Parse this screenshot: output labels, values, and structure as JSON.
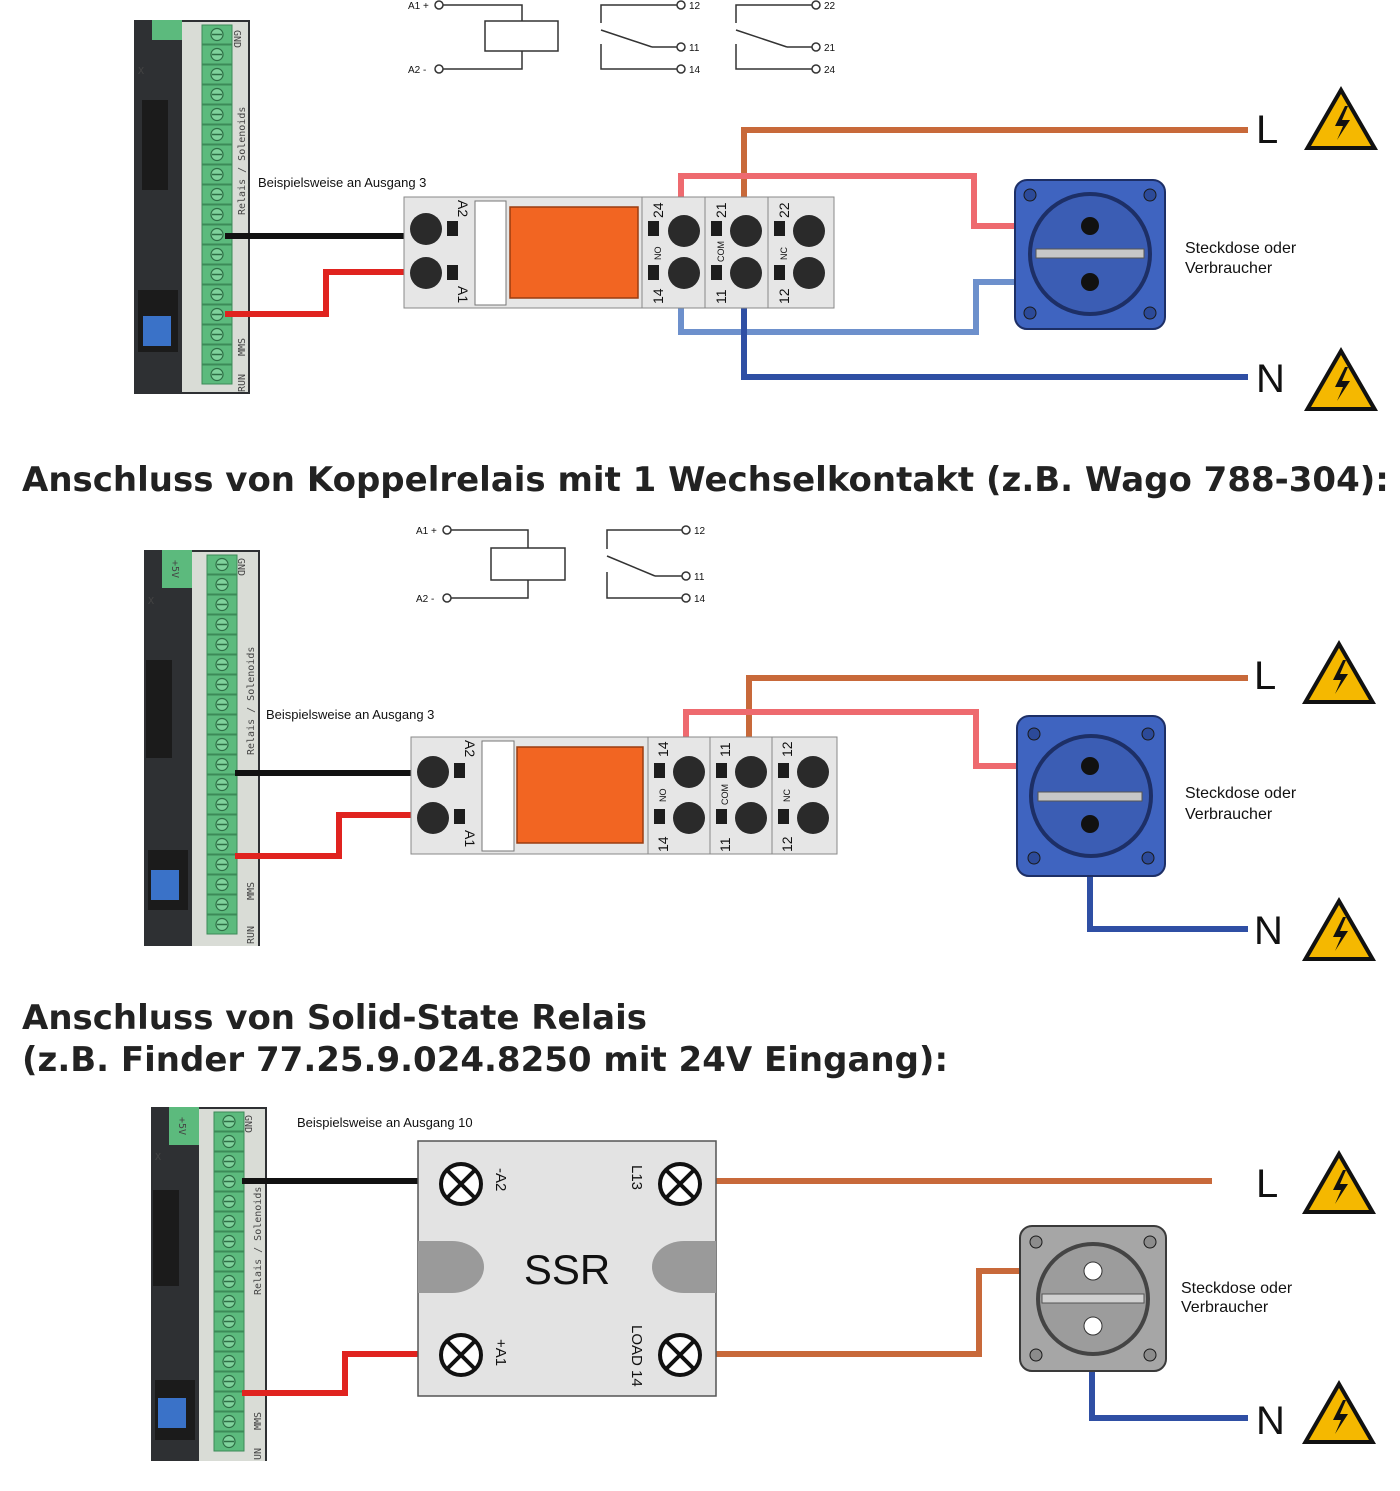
{
  "headings": {
    "coupling_relay": "Anschluss von Koppelrelais mit 1 Wechselkontakt (z.B. Wago 788-304):",
    "ssr_line1": "Anschluss von Solid-State Relais",
    "ssr_line2": "(z.B. Finder 77.25.9.024.8250 mit 24V Eingang):"
  },
  "diagram1": {
    "output_note": "Beispielsweise an Ausgang 3",
    "socket_label_1": "Steckdose oder",
    "socket_label_2": "Verbraucher",
    "line_L": "L",
    "line_N": "N",
    "schematic": {
      "a1": "A1 +",
      "a2": "A2 -",
      "t12": "12",
      "t11": "11",
      "t14": "14",
      "t22": "22",
      "t21": "21",
      "t24": "24"
    },
    "relay": {
      "a2": "A2",
      "a1": "A1",
      "t24": "24",
      "t14": "14",
      "t21": "21",
      "t11": "11",
      "t22": "22",
      "t12": "12",
      "no": "NO",
      "com": "COM",
      "nc": "NC"
    }
  },
  "diagram2": {
    "output_note": "Beispielsweise an Ausgang 3",
    "socket_label_1": "Steckdose oder",
    "socket_label_2": "Verbraucher",
    "line_L": "L",
    "line_N": "N",
    "schematic": {
      "a1": "A1 +",
      "a2": "A2 -",
      "t12": "12",
      "t11": "11",
      "t14": "14"
    },
    "relay": {
      "a2": "A2",
      "a1": "A1",
      "t14a": "14",
      "t14b": "14",
      "t11a": "11",
      "t11b": "11",
      "t12a": "12",
      "t12b": "12",
      "no": "NO",
      "com": "COM",
      "nc": "NC"
    }
  },
  "diagram3": {
    "output_note": "Beispielsweise an Ausgang 10",
    "ssr": "SSR",
    "a2": "-A2",
    "a1": "+A1",
    "l13": "L13",
    "load14": "LOAD 14",
    "socket_label_1": "Steckdose oder",
    "socket_label_2": "Verbraucher",
    "line_L": "L",
    "line_N": "N"
  },
  "pcb": {
    "gnd": "GND",
    "relais": "Relais / Solenoids",
    "mms": "MMS",
    "run": "RUN",
    "v5": "+5V",
    "x": "X",
    "un": "UN"
  },
  "colors": {
    "live": "#c8693a",
    "switched": "#ee6a6f",
    "neutral_light": "#6d90cc",
    "neutral": "#2f4fa4",
    "signal": "#111111",
    "supply": "#e0231f",
    "relay_coil": "#f26522",
    "socket_blue": "#3f64c0",
    "socket_grey": "#a6a6a6",
    "warning": "#f5b800",
    "terminal_green": "#5cba7d"
  },
  "icons": [
    "warning-high-voltage-icon",
    "power-socket-icon",
    "terminal-block-icon"
  ]
}
